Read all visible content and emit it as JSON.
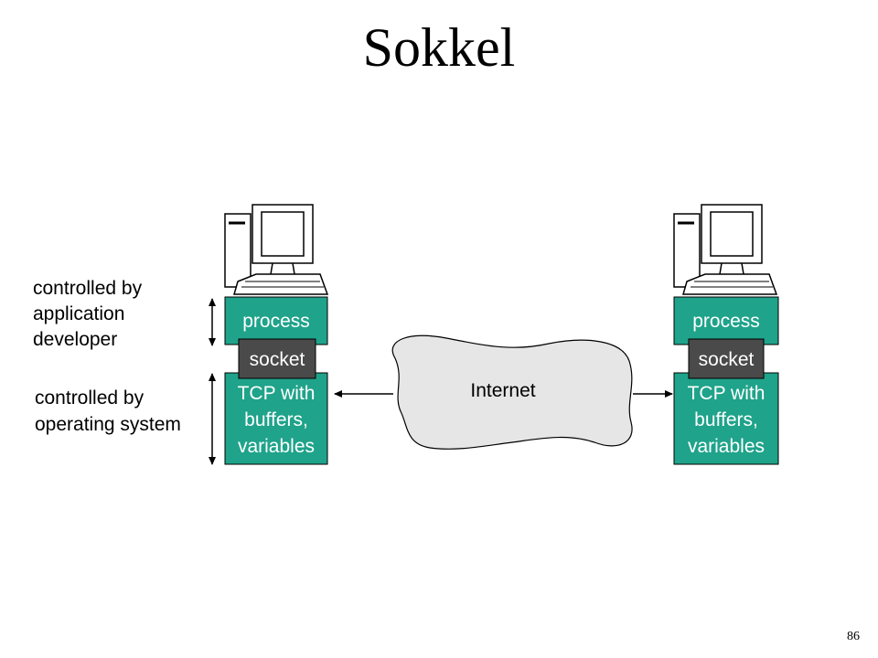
{
  "slide": {
    "title": "Sokkel",
    "page_number": "86"
  },
  "labels": {
    "app_line1": "controlled by",
    "app_line2": "application",
    "app_line3": "developer",
    "os_line1": "controlled by",
    "os_line2": "operating system"
  },
  "hosts": [
    {
      "process": "process",
      "socket": "socket",
      "tcp_line1": "TCP with",
      "tcp_line2": "buffers,",
      "tcp_line3": "variables"
    },
    {
      "process": "process",
      "socket": "socket",
      "tcp_line1": "TCP with",
      "tcp_line2": "buffers,",
      "tcp_line3": "variables"
    }
  ],
  "network": {
    "label": "Internet"
  },
  "colors": {
    "box_fill": "#1fa38a",
    "socket_fill": "#4a4a4a",
    "cloud_fill": "#e6e6e6"
  }
}
